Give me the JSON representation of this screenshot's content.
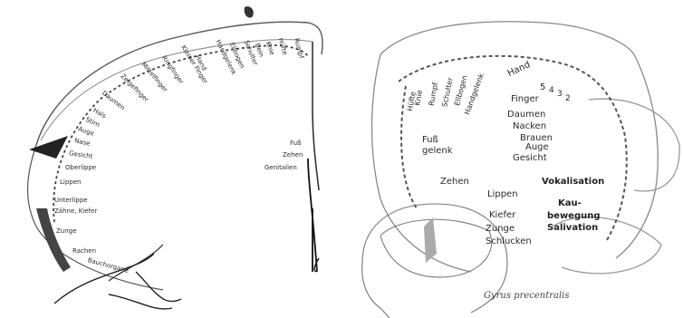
{
  "left_panel": {
    "labels": [
      "Rumpf",
      "Hüfte",
      "Knie",
      "Bein",
      "Fuß",
      "Zehen",
      "Genitalien",
      "Schulter",
      "Ellbogen",
      "Handgelenk",
      "Hand",
      "Kleiner Finger",
      "Ringfinger",
      "Mittelfinger",
      "Zeigefinger",
      "Daumen",
      "Hals",
      "Stirn",
      "Auge",
      "Nase",
      "Gesicht",
      "Oberlippe",
      "Lippen",
      "Unterlippe",
      "Zähne, Kiefer",
      "Zunge",
      "Rachen",
      "Bauchorgane"
    ]
  },
  "right_panel": {
    "labels": [
      "Hüfte",
      "Knie",
      "Rumpf",
      "Schulter",
      "Ellbogen",
      "Handgelenk",
      "Hand",
      "Finger",
      "Daumen",
      "Nacken",
      "Brauen",
      "Auge",
      "Gesicht",
      "Fuß",
      "gelenk",
      "Zehen",
      "Lippen",
      "Kiefer",
      "Zunge",
      "Schlucken",
      "Vokalisation",
      "Kau-",
      "bewegung",
      "Salivation"
    ],
    "finger_numbers": [
      "5",
      "4",
      "3",
      "2"
    ],
    "caption": "Gyrus precentralis"
  }
}
